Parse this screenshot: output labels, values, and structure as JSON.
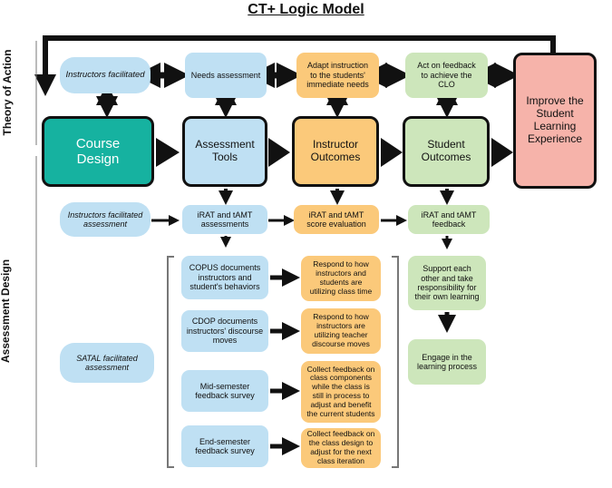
{
  "title": "CT+ Logic Model",
  "side_labels": {
    "top": "Theory of Action",
    "bottom": "Assessment Design"
  },
  "theory_row": {
    "instructors_facilitated": "Instructors facilitated",
    "needs_assessment": "Needs assessment",
    "adapt_instruction": "Adapt instruction\nto the students'\nimmediate needs",
    "act_on_feedback": "Act on feedback\nto achieve the\nCLO"
  },
  "main_row": {
    "course_design": "Course\nDesign",
    "assessment_tools": "Assessment\nTools",
    "instructor_outcomes": "Instructor\nOutcomes",
    "student_outcomes": "Student\nOutcomes",
    "improve": "Improve the\nStudent\nLearning\nExperience"
  },
  "assessment_row": {
    "instructors_facilitated_assessment": "Instructors facilitated\nassessment",
    "irat_assessments": "iRAT and tAMT\nassessments",
    "irat_score": "iRAT and tAMT\nscore evaluation",
    "irat_feedback": "iRAT and tAMT\nfeedback"
  },
  "satal": {
    "text": "SATAL facilitated\nassessment"
  },
  "tools": [
    "COPUS documents\ninstructors and\nstudent's behaviors",
    "CDOP documents\ninstructors' discourse\nmoves",
    "Mid-semester\nfeedback survey",
    "End-semester\nfeedback survey"
  ],
  "responses": [
    "Respond to how\ninstructors and\nstudents are\nutilizing class time",
    "Respond to how\ninstructors are\nutilizing teacher\ndiscourse moves",
    "Collect feedback on\nclass components\nwhile the class is\nstill in process to\nadjust and benefit\nthe current students",
    "Collect feedback on\nthe class design to\nadjust for the next\nclass iteration"
  ],
  "student_side": [
    "Support each\nother and take\nresponsibility for\ntheir own learning",
    "Engage in the\nlearning process"
  ],
  "colors": {
    "blue": "#bfe0f3",
    "orange": "#fbc97a",
    "green": "#cde6bb",
    "teal": "#16b2a0",
    "pink": "#f6b3aa",
    "line": "#111111"
  }
}
